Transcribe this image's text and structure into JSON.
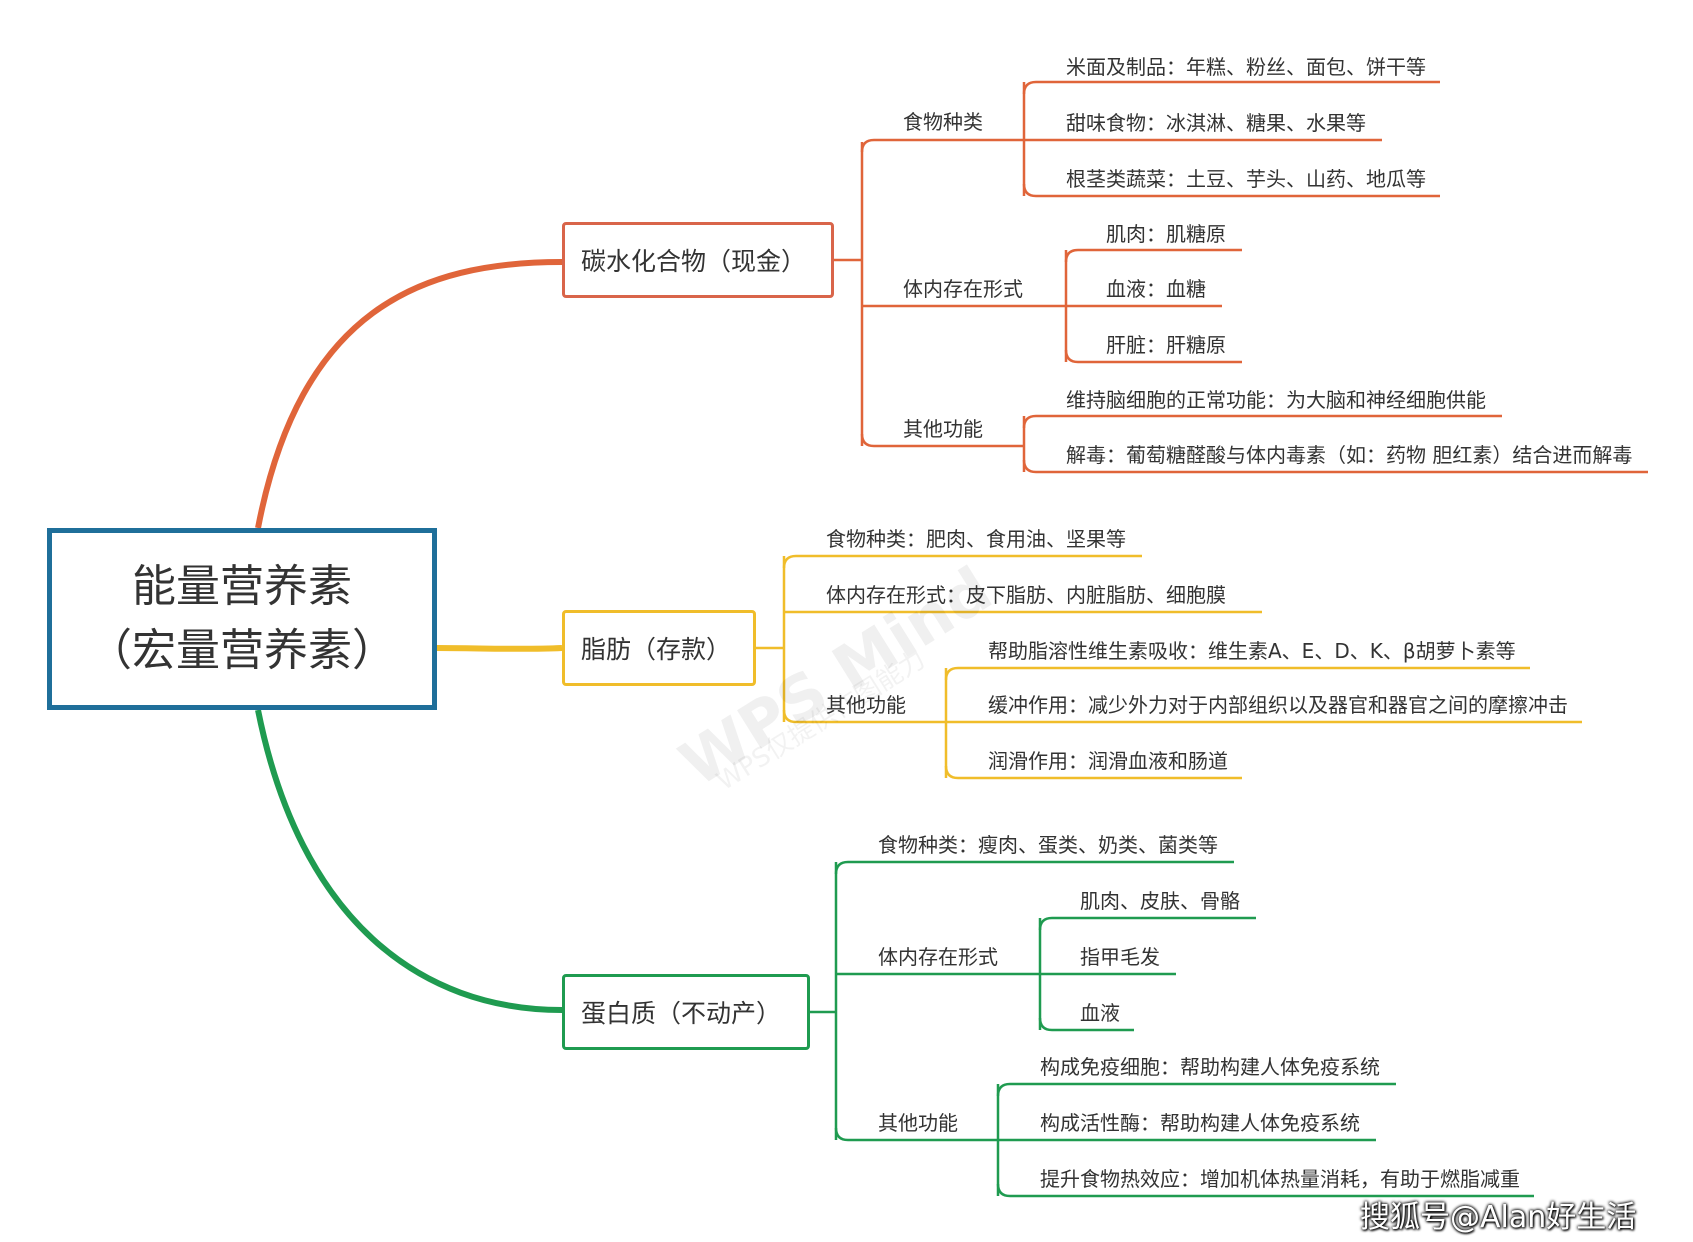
{
  "colors": {
    "root_border": "#1f6f9a",
    "carb": "#e0653a",
    "fat": "#f0bd2a",
    "protein": "#1f9b50",
    "text": "#333333"
  },
  "root": {
    "line1": "能量营养素",
    "line2": "（宏量营养素）"
  },
  "carb": {
    "title": "碳水化合物（现金）",
    "food_label": "食物种类",
    "food_items": [
      "米面及制品：年糕、粉丝、面包、饼干等",
      "甜味食物：冰淇淋、糖果、水果等",
      "根茎类蔬菜：土豆、芋头、山药、地瓜等"
    ],
    "storage_label": "体内存在形式",
    "storage_items": [
      "肌肉：肌糖原",
      "血液：血糖",
      "肝脏：肝糖原"
    ],
    "other_label": "其他功能",
    "other_items": [
      "维持脑细胞的正常功能：为大脑和神经细胞供能",
      "解毒：葡萄糖醛酸与体内毒素（如：药物 胆红素）结合进而解毒"
    ]
  },
  "fat": {
    "title": "脂肪（存款）",
    "food": "食物种类：肥肉、食用油、坚果等",
    "storage": "体内存在形式：皮下脂肪、内脏脂肪、细胞膜",
    "other_label": "其他功能",
    "other_items": [
      "帮助脂溶性维生素吸收：维生素A、E、D、K、β胡萝卜素等",
      "缓冲作用：减少外力对于内部组织以及器官和器官之间的摩擦冲击",
      "润滑作用：润滑血液和肠道"
    ]
  },
  "protein": {
    "title": "蛋白质（不动产）",
    "food": "食物种类：瘦肉、蛋类、奶类、菌类等",
    "storage_label": "体内存在形式",
    "storage_items": [
      "肌肉、皮肤、骨骼",
      "指甲毛发",
      "血液"
    ],
    "other_label": "其他功能",
    "other_items": [
      "构成免疫细胞：帮助构建人体免疫系统",
      "构成活性酶：帮助构建人体免疫系统",
      "提升食物热效应：增加机体热量消耗，有助于燃脂减重"
    ]
  },
  "watermark": "WPS Mind",
  "watermark_sub": "WPS仅提供作图能力",
  "credit": "搜狐号@Alan好生活"
}
